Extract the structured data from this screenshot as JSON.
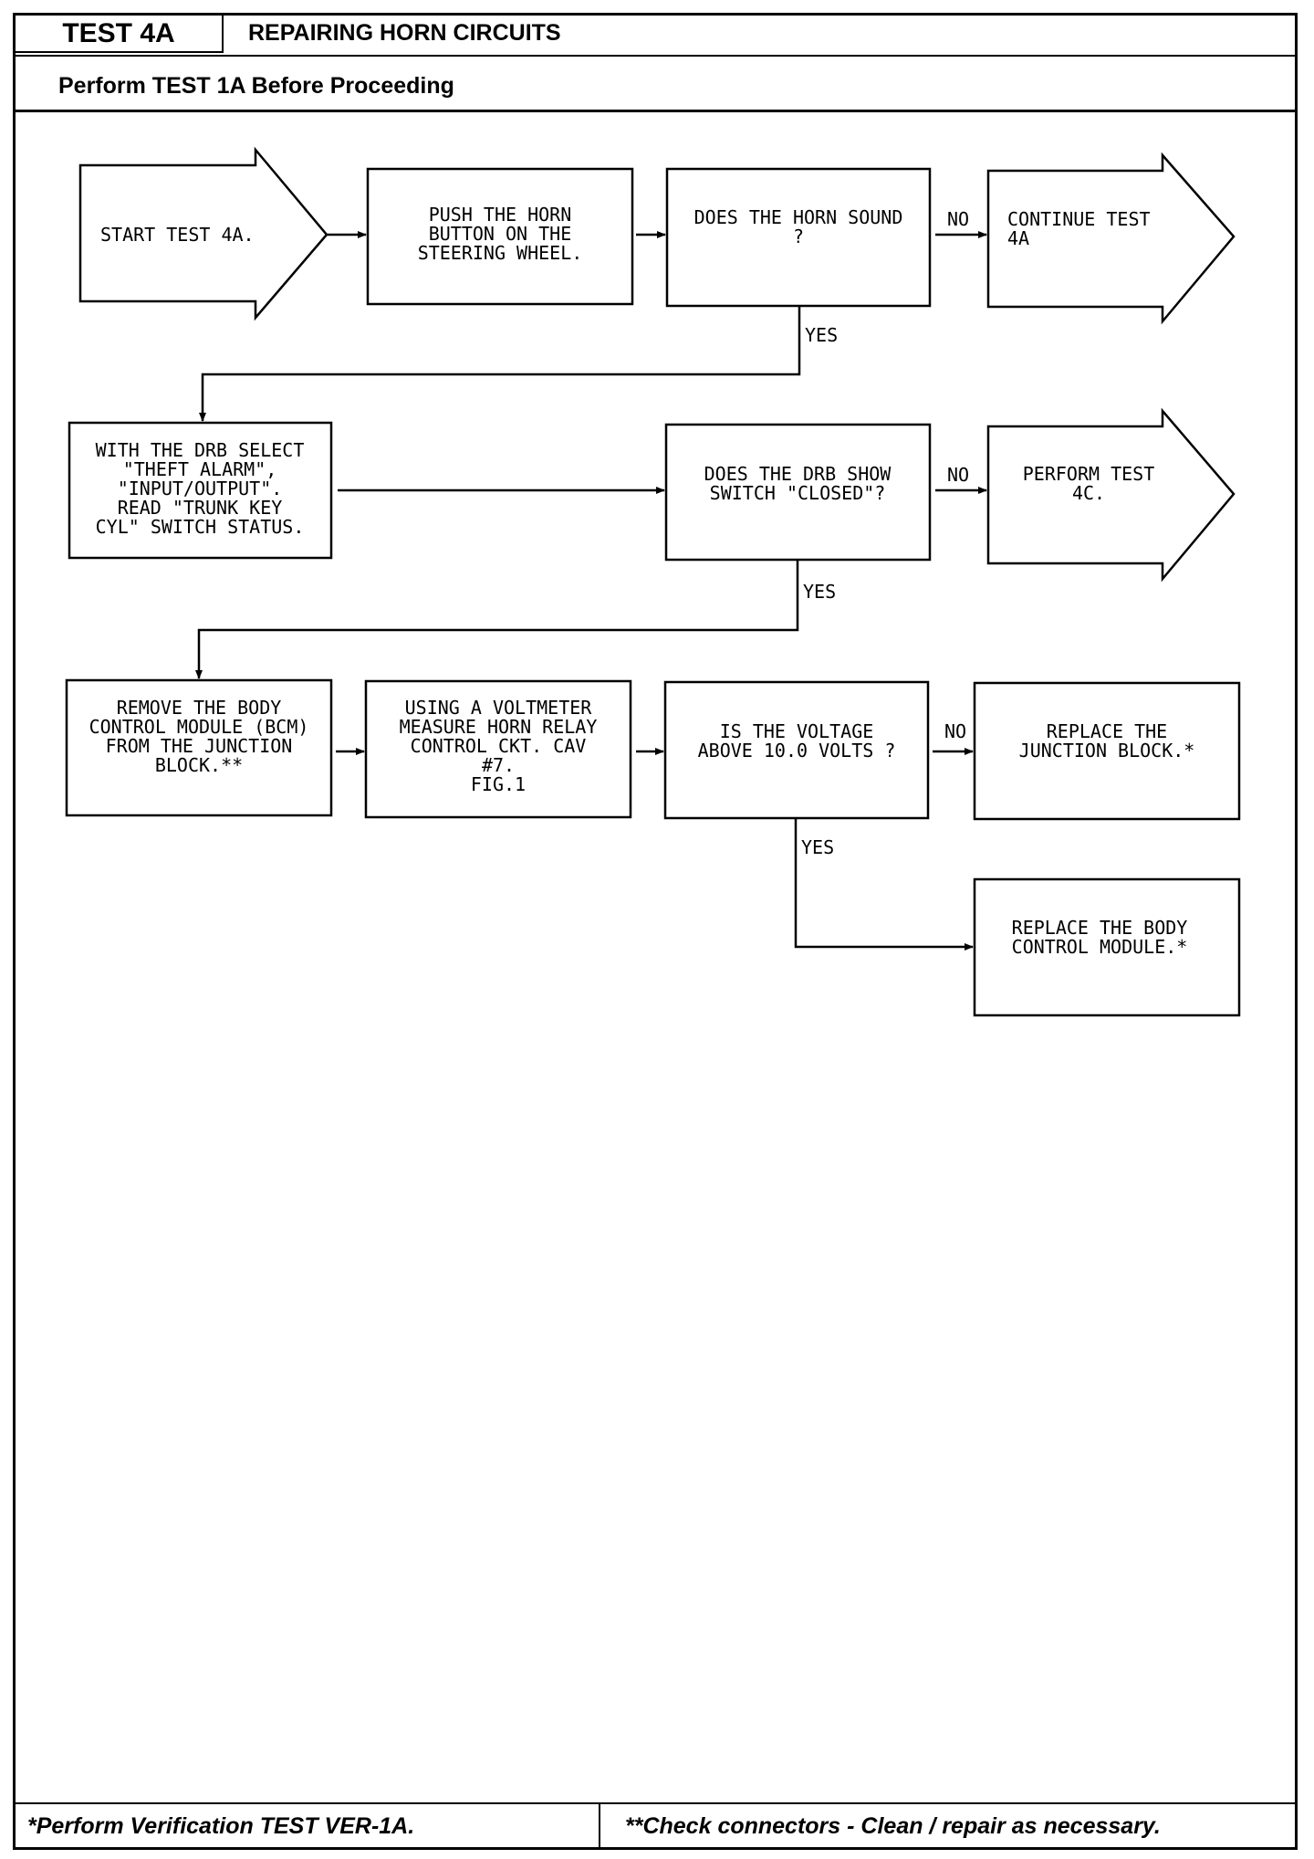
{
  "header": {
    "test_id": "TEST 4A",
    "title": "REPAIRING HORN CIRCUITS",
    "prerequisite": "Perform TEST 1A Before Proceeding"
  },
  "flowchart": {
    "start": [
      "START TEST 4A."
    ],
    "push_horn": [
      "PUSH THE HORN",
      "BUTTON ON THE",
      "STEERING WHEEL."
    ],
    "horn_sound_q": [
      "DOES THE HORN SOUND",
      "?"
    ],
    "continue_test": [
      "CONTINUE TEST",
      "4A"
    ],
    "drb_select": [
      "WITH THE DRB SELECT",
      "\"THEFT ALARM\",",
      "\"INPUT/OUTPUT\".",
      "READ \"TRUNK KEY",
      "CYL\" SWITCH STATUS."
    ],
    "drb_closed_q": [
      "DOES THE DRB SHOW",
      "SWITCH \"CLOSED\"?"
    ],
    "perform_test": [
      "PERFORM TEST",
      "4C."
    ],
    "remove_bcm": [
      "REMOVE THE BODY",
      "CONTROL MODULE (BCM)",
      "FROM THE JUNCTION",
      "BLOCK.**"
    ],
    "voltmeter": [
      "USING A VOLTMETER",
      "MEASURE HORN RELAY",
      "CONTROL CKT. CAV",
      "#7.",
      "FIG.1"
    ],
    "voltage_q": [
      "IS THE VOLTAGE",
      "ABOVE 10.0 VOLTS ?"
    ],
    "replace_junction": [
      "REPLACE THE",
      "JUNCTION BLOCK.*"
    ],
    "replace_bcm": [
      "REPLACE THE BODY",
      "CONTROL MODULE.*"
    ],
    "labels": {
      "no": "NO",
      "yes": "YES"
    }
  },
  "footer": {
    "left": "*Perform Verification TEST VER-1A.",
    "right": "**Check connectors - Clean / repair as necessary."
  }
}
